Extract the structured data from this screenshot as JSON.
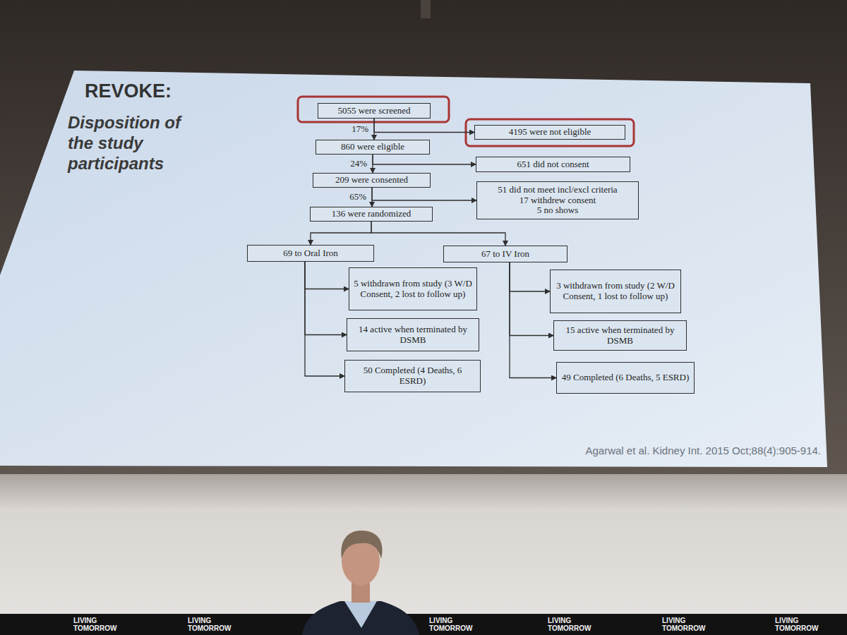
{
  "diagram": {
    "title": "REVOKE:",
    "caption": "Agarwal et al. Kidney Int. 2015 Oct;88(4):905-914.",
    "nodes": [
      {
        "text": [
          "5055 were screened"
        ]
      },
      {
        "text": [
          "4195 were not eligible"
        ]
      },
      {
        "text": [
          "860 were eligible"
        ]
      },
      {
        "text": [
          "651 did not consent"
        ]
      },
      {
        "text": [
          "209 were consented"
        ]
      },
      {
        "text": [
          "51 did not meet incl/excl criteria",
          "17 withdrew consent",
          "5 no shows"
        ]
      },
      {
        "text": [
          "136 were randomized"
        ]
      },
      {
        "text": [
          "69 to Oral Iron"
        ]
      },
      {
        "text": [
          "67 to IV Iron"
        ]
      },
      {
        "text": [
          "5 withdrawn from study (3 W/D Consent, 2 lost to follow up)"
        ]
      },
      {
        "text": [
          "14 active when terminated by DSMB"
        ]
      },
      {
        "text": [
          "50 Completed (4 Deaths, 6 ESRD)"
        ]
      },
      {
        "text": [
          "3 withdrawn from study (2 W/D Consent, 1 lost to follow up)"
        ]
      },
      {
        "text": [
          "15 active when terminated by DSMB"
        ]
      },
      {
        "text": [
          "49 Completed (6 Deaths, 5 ESRD)"
        ]
      }
    ],
    "edges": [
      {
        "from": 0,
        "to": 2,
        "arrow": "to",
        "label": "17%"
      },
      {
        "from": 0,
        "to": 1,
        "arrow": "to"
      },
      {
        "from": 2,
        "to": 4,
        "arrow": "to",
        "label": "24%"
      },
      {
        "from": 2,
        "to": 3,
        "arrow": "to"
      },
      {
        "from": 4,
        "to": 6,
        "arrow": "to",
        "label": "65%"
      },
      {
        "from": 4,
        "to": 5,
        "arrow": "to"
      },
      {
        "from": 6,
        "to": 7,
        "arrow": "to"
      },
      {
        "from": 6,
        "to": 8,
        "arrow": "to"
      },
      {
        "from": 7,
        "to": 9,
        "arrow": "to"
      },
      {
        "from": 7,
        "to": 10,
        "arrow": "to"
      },
      {
        "from": 7,
        "to": 11,
        "arrow": "to"
      },
      {
        "from": 8,
        "to": 12,
        "arrow": "to"
      },
      {
        "from": 8,
        "to": 13,
        "arrow": "to"
      },
      {
        "from": 8,
        "to": 14,
        "arrow": "to"
      }
    ],
    "labels": [
      "Disposition of the study participants",
      "LIVING TOMORROW",
      "LIVING TOMORROW",
      "LIVING TOMORROW",
      "LIVING TOMORROW",
      "LIVING TOMORROW",
      "LIVING TOMORROW"
    ]
  }
}
